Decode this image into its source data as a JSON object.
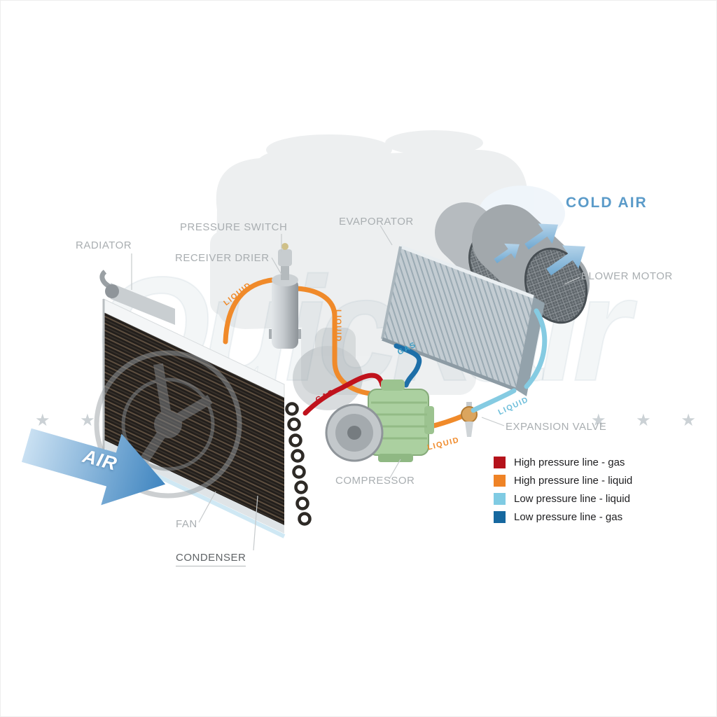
{
  "diagram": {
    "watermark": {
      "brand": "Quickair",
      "stars_left": "★ ★ ★",
      "stars_right": "★ ★ ★"
    },
    "labels": {
      "radiator": "RADIATOR",
      "pressure_switch": "PRESSURE SWITCH",
      "receiver_drier": "RECEIVER DRIER",
      "evaporator": "EVAPORATOR",
      "cold_air": "COLD AIR",
      "blower_motor": "BLOWER MOTOR",
      "expansion_valve": "EXPANSION VALVE",
      "compressor": "COMPRESSOR",
      "fan": "FAN",
      "condenser": "CONDENSER",
      "air": "AIR"
    },
    "pipe_labels": {
      "liquid_inlet": "LIQUID",
      "liquid_vert": "LIQUID",
      "liquid_mid": "LIQUID",
      "liquid_low": "LIQUID",
      "gas_high": "GAS",
      "gas_low": "GAS"
    },
    "legend": {
      "items": [
        {
          "label": "High pressure line - gas",
          "color": "#b5121b"
        },
        {
          "label": "High pressure line - liquid",
          "color": "#ef8326"
        },
        {
          "label": "Low pressure line - liquid",
          "color": "#7fcbe3"
        },
        {
          "label": "Low pressure line -  gas",
          "color": "#16689f"
        }
      ]
    },
    "colors": {
      "high_pressure_gas": "#c0121c",
      "high_pressure_liquid": "#f08a2a",
      "low_pressure_liquid": "#85cbe2",
      "low_pressure_gas": "#1e6fa8",
      "cold_air_text": "#5b9bc9"
    }
  }
}
